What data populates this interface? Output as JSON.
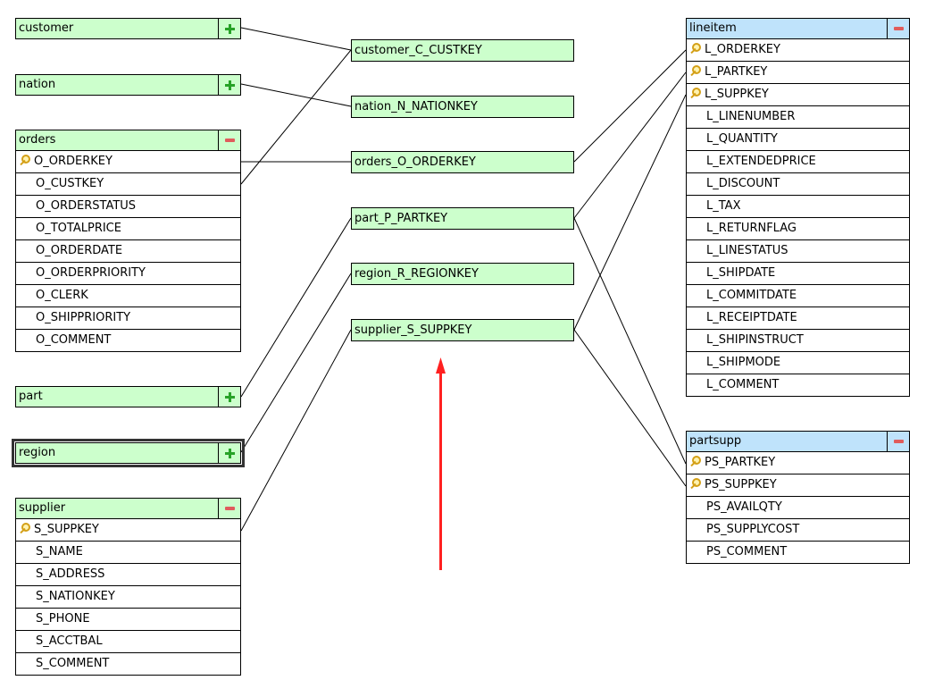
{
  "tables": {
    "customer": {
      "name": "customer",
      "expand_symbol": "+"
    },
    "nation": {
      "name": "nation",
      "expand_symbol": "+"
    },
    "orders": {
      "name": "orders",
      "collapse_symbol": "-",
      "columns": [
        "O_ORDERKEY",
        "O_CUSTKEY",
        "O_ORDERSTATUS",
        "O_TOTALPRICE",
        "O_ORDERDATE",
        "O_ORDERPRIORITY",
        "O_CLERK",
        "O_SHIPPRIORITY",
        "O_COMMENT"
      ],
      "key_columns": [
        "O_ORDERKEY"
      ]
    },
    "part": {
      "name": "part",
      "expand_symbol": "+"
    },
    "region": {
      "name": "region",
      "expand_symbol": "+"
    },
    "supplier": {
      "name": "supplier",
      "collapse_symbol": "-",
      "columns": [
        "S_SUPPKEY",
        "S_NAME",
        "S_ADDRESS",
        "S_NATIONKEY",
        "S_PHONE",
        "S_ACCTBAL",
        "S_COMMENT"
      ],
      "key_columns": [
        "S_SUPPKEY"
      ]
    },
    "lineitem": {
      "name": "lineitem",
      "collapse_symbol": "-",
      "columns": [
        "L_ORDERKEY",
        "L_PARTKEY",
        "L_SUPPKEY",
        "L_LINENUMBER",
        "L_QUANTITY",
        "L_EXTENDEDPRICE",
        "L_DISCOUNT",
        "L_TAX",
        "L_RETURNFLAG",
        "L_LINESTATUS",
        "L_SHIPDATE",
        "L_COMMITDATE",
        "L_RECEIPTDATE",
        "L_SHIPINSTRUCT",
        "L_SHIPMODE",
        "L_COMMENT"
      ],
      "key_columns": [
        "L_ORDERKEY",
        "L_PARTKEY",
        "L_SUPPKEY"
      ]
    },
    "partsupp": {
      "name": "partsupp",
      "collapse_symbol": "-",
      "columns": [
        "PS_PARTKEY",
        "PS_SUPPKEY",
        "PS_AVAILQTY",
        "PS_SUPPLYCOST",
        "PS_COMMENT"
      ],
      "key_columns": [
        "PS_PARTKEY",
        "PS_SUPPKEY"
      ]
    }
  },
  "joins": [
    "customer_C_CUSTKEY",
    "nation_N_NATIONKEY",
    "orders_O_ORDERKEY",
    "part_P_PARTKEY",
    "region_R_REGIONKEY",
    "supplier_S_SUPPKEY"
  ],
  "icons": {
    "expand": "plus-icon",
    "collapse": "minus-icon",
    "key": "key-icon"
  },
  "colors": {
    "table_header": "#ccffcc",
    "fact_header": "#bfe3fb",
    "join_box": "#ccffcc",
    "arrow": "#ff2020",
    "expand": "#27a227",
    "collapse": "#e05c5c",
    "key": "#d4a017"
  }
}
